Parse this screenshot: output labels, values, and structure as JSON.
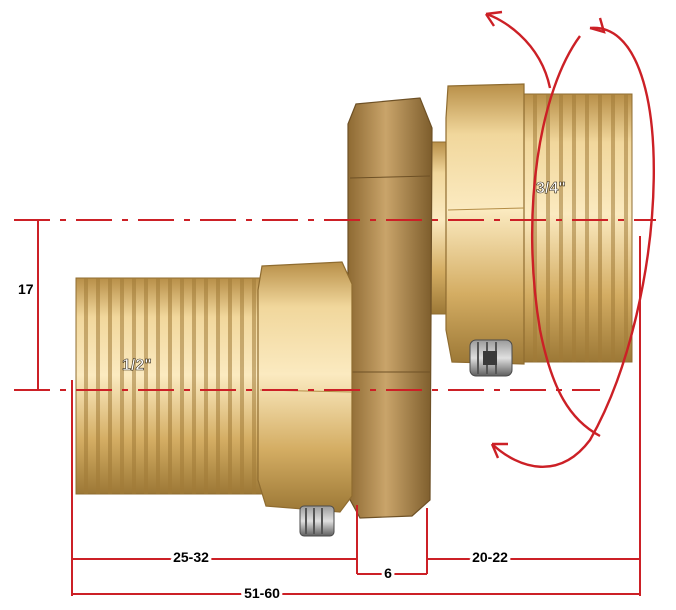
{
  "labels": {
    "left_thread": "1/2\"",
    "right_thread": "3/4\"",
    "offset": "17",
    "dim_left": "25-32",
    "dim_middle": "6",
    "dim_right": "20-22",
    "dim_total": "51-60"
  },
  "colors": {
    "dimension_line": "#cc2026",
    "brass_light": "#f3dca0",
    "brass_mid": "#d9b66a",
    "brass_dark": "#a8823d",
    "flange": "#b08a4e",
    "bolt": "#6f6f6f"
  },
  "icons": [
    "rotation-arrow-icon",
    "set-screw-icon"
  ]
}
